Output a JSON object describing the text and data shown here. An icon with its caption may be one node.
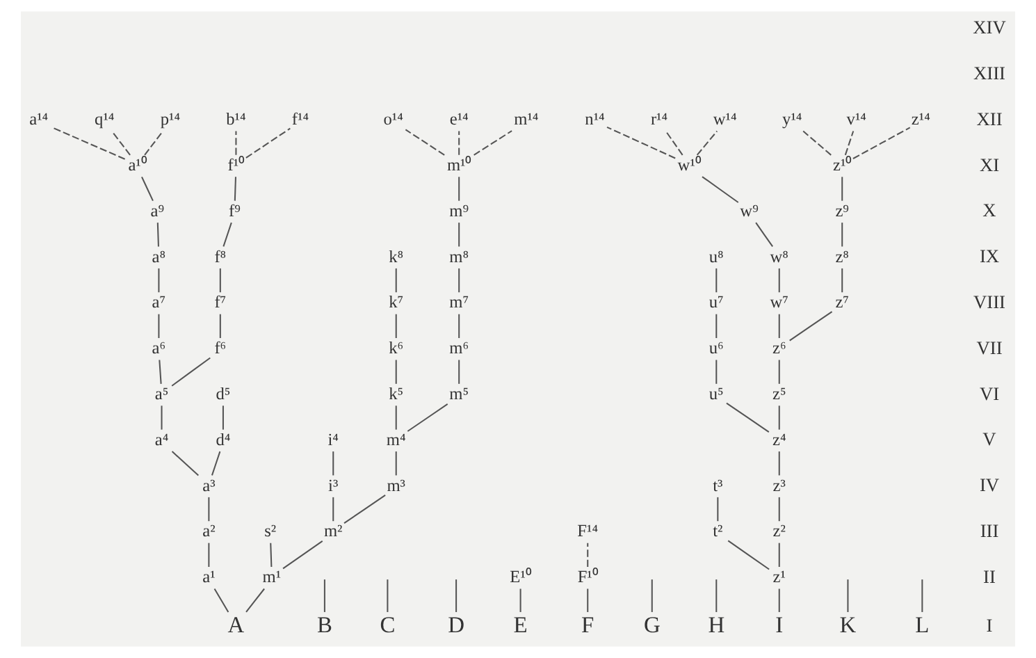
{
  "diagram": {
    "nodes": [
      {
        "text": [
          "A"
        ]
      },
      {
        "text": [
          "B"
        ]
      },
      {
        "text": [
          "C"
        ]
      },
      {
        "text": [
          "D"
        ]
      },
      {
        "text": [
          "E"
        ]
      },
      {
        "text": [
          "F"
        ]
      },
      {
        "text": [
          "G"
        ]
      },
      {
        "text": [
          "H"
        ]
      },
      {
        "text": [
          "I"
        ]
      },
      {
        "text": [
          "K"
        ]
      },
      {
        "text": [
          "L"
        ]
      },
      {
        "text": [
          "a¹"
        ]
      },
      {
        "text": [
          "a²"
        ]
      },
      {
        "text": [
          "a³"
        ]
      },
      {
        "text": [
          "a⁴"
        ]
      },
      {
        "text": [
          "a⁵"
        ]
      },
      {
        "text": [
          "a⁶"
        ]
      },
      {
        "text": [
          "a⁷"
        ]
      },
      {
        "text": [
          "a⁸"
        ]
      },
      {
        "text": [
          "a⁹"
        ]
      },
      {
        "text": [
          "a¹⁰"
        ]
      },
      {
        "text": [
          "d⁴"
        ]
      },
      {
        "text": [
          "d⁵"
        ]
      },
      {
        "text": [
          "f⁶"
        ]
      },
      {
        "text": [
          "f⁷"
        ]
      },
      {
        "text": [
          "f⁸"
        ]
      },
      {
        "text": [
          "f⁹"
        ]
      },
      {
        "text": [
          "f¹⁰"
        ]
      },
      {
        "text": [
          "a¹⁴"
        ]
      },
      {
        "text": [
          "q¹⁴"
        ]
      },
      {
        "text": [
          "p¹⁴"
        ]
      },
      {
        "text": [
          "b¹⁴"
        ]
      },
      {
        "text": [
          "f¹⁴"
        ]
      },
      {
        "text": [
          "m¹"
        ]
      },
      {
        "text": [
          "s²"
        ]
      },
      {
        "text": [
          "m²"
        ]
      },
      {
        "text": [
          "i³"
        ]
      },
      {
        "text": [
          "i⁴"
        ]
      },
      {
        "text": [
          "m³"
        ]
      },
      {
        "text": [
          "m⁴"
        ]
      },
      {
        "text": [
          "k⁵"
        ]
      },
      {
        "text": [
          "k⁶"
        ]
      },
      {
        "text": [
          "k⁷"
        ]
      },
      {
        "text": [
          "k⁸"
        ]
      },
      {
        "text": [
          "m⁵"
        ]
      },
      {
        "text": [
          "m⁶"
        ]
      },
      {
        "text": [
          "m⁷"
        ]
      },
      {
        "text": [
          "m⁸"
        ]
      },
      {
        "text": [
          "m⁹"
        ]
      },
      {
        "text": [
          "m¹⁰"
        ]
      },
      {
        "text": [
          "o¹⁴"
        ]
      },
      {
        "text": [
          "e¹⁴"
        ]
      },
      {
        "text": [
          "m¹⁴"
        ]
      },
      {
        "text": [
          "E¹⁰"
        ]
      },
      {
        "text": [
          "F¹⁰"
        ]
      },
      {
        "text": [
          "F¹⁴"
        ]
      },
      {
        "text": [
          "z¹"
        ]
      },
      {
        "text": [
          "t²"
        ]
      },
      {
        "text": [
          "z²"
        ]
      },
      {
        "text": [
          "t³"
        ]
      },
      {
        "text": [
          "z³"
        ]
      },
      {
        "text": [
          "z⁴"
        ]
      },
      {
        "text": [
          "u⁵"
        ]
      },
      {
        "text": [
          "u⁶"
        ]
      },
      {
        "text": [
          "u⁷"
        ]
      },
      {
        "text": [
          "u⁸"
        ]
      },
      {
        "text": [
          "z⁵"
        ]
      },
      {
        "text": [
          "z⁶"
        ]
      },
      {
        "text": [
          "w⁷"
        ]
      },
      {
        "text": [
          "w⁸"
        ]
      },
      {
        "text": [
          "w⁹"
        ]
      },
      {
        "text": [
          "w¹⁰"
        ]
      },
      {
        "text": [
          "z⁷"
        ]
      },
      {
        "text": [
          "z⁸"
        ]
      },
      {
        "text": [
          "z⁹"
        ]
      },
      {
        "text": [
          "z¹⁰"
        ]
      },
      {
        "text": [
          "n¹⁴"
        ]
      },
      {
        "text": [
          "r¹⁴"
        ]
      },
      {
        "text": [
          "w¹⁴"
        ]
      },
      {
        "text": [
          "y¹⁴"
        ]
      },
      {
        "text": [
          "v¹⁴"
        ]
      },
      {
        "text": [
          "z¹⁴"
        ]
      }
    ],
    "edges": [
      {
        "from": 0,
        "to": 11,
        "arrow": "none"
      },
      {
        "from": 0,
        "to": 33,
        "arrow": "none"
      },
      {
        "from": 11,
        "to": 12,
        "arrow": "none"
      },
      {
        "from": 12,
        "to": 13,
        "arrow": "none"
      },
      {
        "from": 13,
        "to": 14,
        "arrow": "none"
      },
      {
        "from": 13,
        "to": 21,
        "arrow": "none"
      },
      {
        "from": 21,
        "to": 22,
        "arrow": "none"
      },
      {
        "from": 14,
        "to": 15,
        "arrow": "none"
      },
      {
        "from": 15,
        "to": 16,
        "arrow": "none"
      },
      {
        "from": 15,
        "to": 23,
        "arrow": "none"
      },
      {
        "from": 16,
        "to": 17,
        "arrow": "none"
      },
      {
        "from": 17,
        "to": 18,
        "arrow": "none"
      },
      {
        "from": 18,
        "to": 19,
        "arrow": "none"
      },
      {
        "from": 19,
        "to": 20,
        "arrow": "none"
      },
      {
        "from": 23,
        "to": 24,
        "arrow": "none"
      },
      {
        "from": 24,
        "to": 25,
        "arrow": "none"
      },
      {
        "from": 25,
        "to": 26,
        "arrow": "none"
      },
      {
        "from": 26,
        "to": 27,
        "arrow": "none"
      },
      {
        "from": 20,
        "to": 28,
        "arrow": "none",
        "style": "dashed"
      },
      {
        "from": 20,
        "to": 29,
        "arrow": "none",
        "style": "dashed"
      },
      {
        "from": 20,
        "to": 30,
        "arrow": "none",
        "style": "dashed"
      },
      {
        "from": 27,
        "to": 31,
        "arrow": "none",
        "style": "dashed"
      },
      {
        "from": 27,
        "to": 32,
        "arrow": "none",
        "style": "dashed"
      },
      {
        "from": 33,
        "to": 34,
        "arrow": "none"
      },
      {
        "from": 33,
        "to": 35,
        "arrow": "none"
      },
      {
        "from": 35,
        "to": 36,
        "arrow": "none"
      },
      {
        "from": 36,
        "to": 37,
        "arrow": "none"
      },
      {
        "from": 35,
        "to": 38,
        "arrow": "none"
      },
      {
        "from": 38,
        "to": 39,
        "arrow": "none"
      },
      {
        "from": 39,
        "to": 40,
        "arrow": "none"
      },
      {
        "from": 40,
        "to": 41,
        "arrow": "none"
      },
      {
        "from": 41,
        "to": 42,
        "arrow": "none"
      },
      {
        "from": 42,
        "to": 43,
        "arrow": "none"
      },
      {
        "from": 39,
        "to": 44,
        "arrow": "none"
      },
      {
        "from": 44,
        "to": 45,
        "arrow": "none"
      },
      {
        "from": 45,
        "to": 46,
        "arrow": "none"
      },
      {
        "from": 46,
        "to": 47,
        "arrow": "none"
      },
      {
        "from": 47,
        "to": 48,
        "arrow": "none"
      },
      {
        "from": 48,
        "to": 49,
        "arrow": "none"
      },
      {
        "from": 49,
        "to": 50,
        "arrow": "none",
        "style": "dashed"
      },
      {
        "from": 49,
        "to": 51,
        "arrow": "none",
        "style": "dashed"
      },
      {
        "from": 49,
        "to": 52,
        "arrow": "none",
        "style": "dashed"
      },
      {
        "from": 4,
        "to": 53,
        "arrow": "none"
      },
      {
        "from": 5,
        "to": 54,
        "arrow": "none"
      },
      {
        "from": 54,
        "to": 55,
        "arrow": "none",
        "style": "dashed"
      },
      {
        "from": 8,
        "to": 56,
        "arrow": "none"
      },
      {
        "from": 56,
        "to": 57,
        "arrow": "none"
      },
      {
        "from": 56,
        "to": 58,
        "arrow": "none"
      },
      {
        "from": 57,
        "to": 59,
        "arrow": "none"
      },
      {
        "from": 58,
        "to": 60,
        "arrow": "none"
      },
      {
        "from": 60,
        "to": 61,
        "arrow": "none"
      },
      {
        "from": 61,
        "to": 62,
        "arrow": "none"
      },
      {
        "from": 62,
        "to": 63,
        "arrow": "none"
      },
      {
        "from": 63,
        "to": 64,
        "arrow": "none"
      },
      {
        "from": 64,
        "to": 65,
        "arrow": "none"
      },
      {
        "from": 61,
        "to": 66,
        "arrow": "none"
      },
      {
        "from": 66,
        "to": 67,
        "arrow": "none"
      },
      {
        "from": 67,
        "to": 68,
        "arrow": "none"
      },
      {
        "from": 68,
        "to": 69,
        "arrow": "none"
      },
      {
        "from": 69,
        "to": 70,
        "arrow": "none"
      },
      {
        "from": 70,
        "to": 71,
        "arrow": "none"
      },
      {
        "from": 67,
        "to": 72,
        "arrow": "none"
      },
      {
        "from": 72,
        "to": 73,
        "arrow": "none"
      },
      {
        "from": 73,
        "to": 74,
        "arrow": "none"
      },
      {
        "from": 74,
        "to": 75,
        "arrow": "none"
      },
      {
        "from": 71,
        "to": 76,
        "arrow": "none",
        "style": "dashed"
      },
      {
        "from": 71,
        "to": 77,
        "arrow": "none",
        "style": "dashed"
      },
      {
        "from": 71,
        "to": 78,
        "arrow": "none",
        "style": "dashed"
      },
      {
        "from": 75,
        "to": 79,
        "arrow": "none",
        "style": "dashed"
      },
      {
        "from": 75,
        "to": 80,
        "arrow": "none",
        "style": "dashed"
      },
      {
        "from": 75,
        "to": 81,
        "arrow": "none",
        "style": "dashed"
      },
      {
        "from": 1,
        "to": null,
        "arrow": "none"
      },
      {
        "from": 2,
        "to": null,
        "arrow": "none"
      },
      {
        "from": 3,
        "to": null,
        "arrow": "none"
      },
      {
        "from": 6,
        "to": null,
        "arrow": "none"
      },
      {
        "from": 7,
        "to": null,
        "arrow": "none"
      },
      {
        "from": 9,
        "to": null,
        "arrow": "none"
      },
      {
        "from": 10,
        "to": null,
        "arrow": "none"
      }
    ],
    "labels": [
      "XIV",
      "XIII",
      "XII",
      "XI",
      "X",
      "IX",
      "VIII",
      "VII",
      "VI",
      "V",
      "IV",
      "III",
      "II",
      "I"
    ]
  }
}
